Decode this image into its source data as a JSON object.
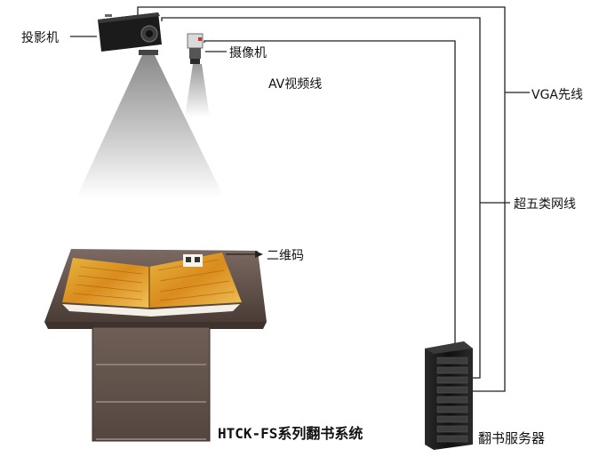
{
  "labels": {
    "projector": "投影机",
    "camera": "摄像机",
    "av_cable": "AV视频线",
    "vga_cable": "VGA先线",
    "cat5e_cable": "超五类网线",
    "qr_code": "二维码",
    "system_name": "HTCK-FS系列翻书系统",
    "server": "翻书服务器"
  },
  "colors": {
    "line": "#222222",
    "projector_body": "#1b1b1b",
    "book_page": "#e3a52c",
    "stand_wood": "#6b5a52",
    "server_body": "#151515"
  }
}
